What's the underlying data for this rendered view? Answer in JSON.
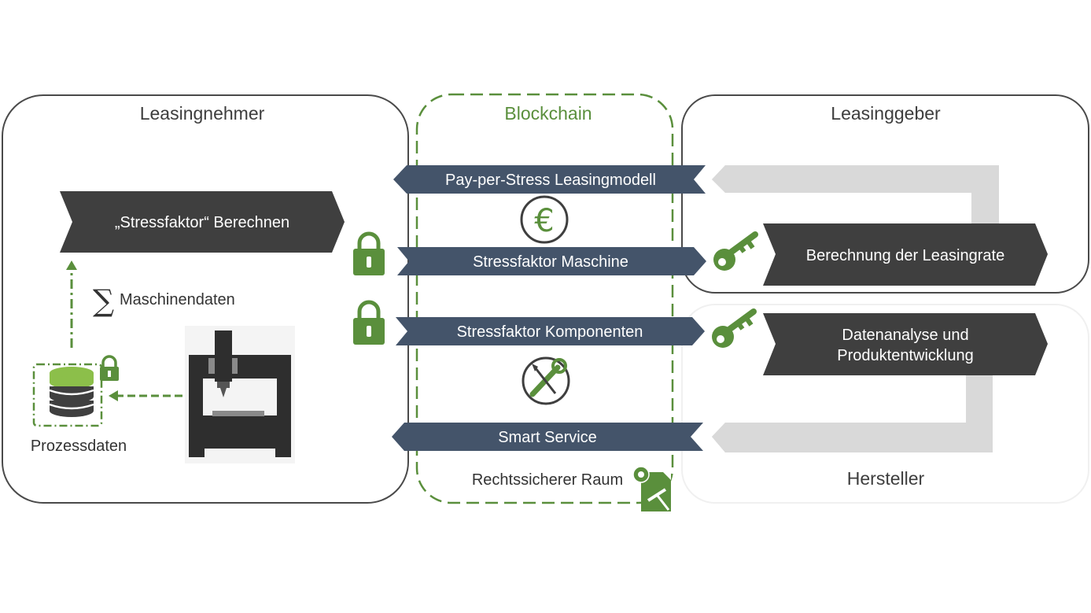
{
  "leasingnehmer": {
    "title": "Leasingnehmer",
    "calc_box": "„Stressfaktor“ Berechnen",
    "sum_symbol": "∑",
    "machine_data": "Maschinendaten",
    "process_data": "Prozessdaten"
  },
  "blockchain": {
    "title": "Blockchain",
    "footer": "Rechtssicherer Raum",
    "bands": [
      "Pay-per-Stress Leasingmodell",
      "Stressfaktor Maschine",
      "Stressfaktor Komponenten",
      "Smart Service"
    ],
    "euro_symbol": "€"
  },
  "leasinggeber": {
    "title": "Leasinggeber",
    "box": "Berechnung der Leasingrate"
  },
  "hersteller": {
    "title": "Hersteller",
    "box_line1": "Datenanalyse und",
    "box_line2": "Produktentwicklung"
  },
  "colors": {
    "dark_gray": "#3f3f3f",
    "navy": "#44546a",
    "green": "#5a8f3c",
    "light_gray": "#d9d9d9"
  },
  "icons": [
    "lock-icon",
    "key-icon",
    "euro-icon",
    "wrench-icon",
    "database-icon",
    "machine-icon",
    "certificate-icon"
  ]
}
